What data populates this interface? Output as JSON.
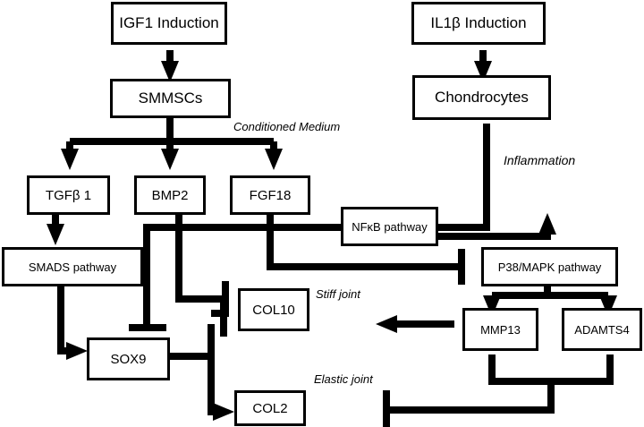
{
  "nodes": {
    "igf1": "IGF1 Induction",
    "il1b": "IL1β Induction",
    "smmscs": "SMMSCs",
    "chondrocytes": "Chondrocytes",
    "tgfb1": "TGFβ 1",
    "bmp2": "BMP2",
    "fgf18": "FGF18",
    "nfkb": "NFκB pathway",
    "smads": "SMADS pathway",
    "p38": "P38/MAPK pathway",
    "col10": "COL10",
    "sox9": "SOX9",
    "col2": "COL2",
    "mmp13": "MMP13",
    "adamts4": "ADAMTS4"
  },
  "notes": {
    "conditioned_medium": "Conditioned Medium",
    "inflammation": "Inflammation",
    "stiff_joint": "Stiff joint",
    "elastic_joint": "Elastic joint"
  },
  "colors": {
    "line": "#000000",
    "box_border": "#000000",
    "box_fill": "#ffffff"
  }
}
